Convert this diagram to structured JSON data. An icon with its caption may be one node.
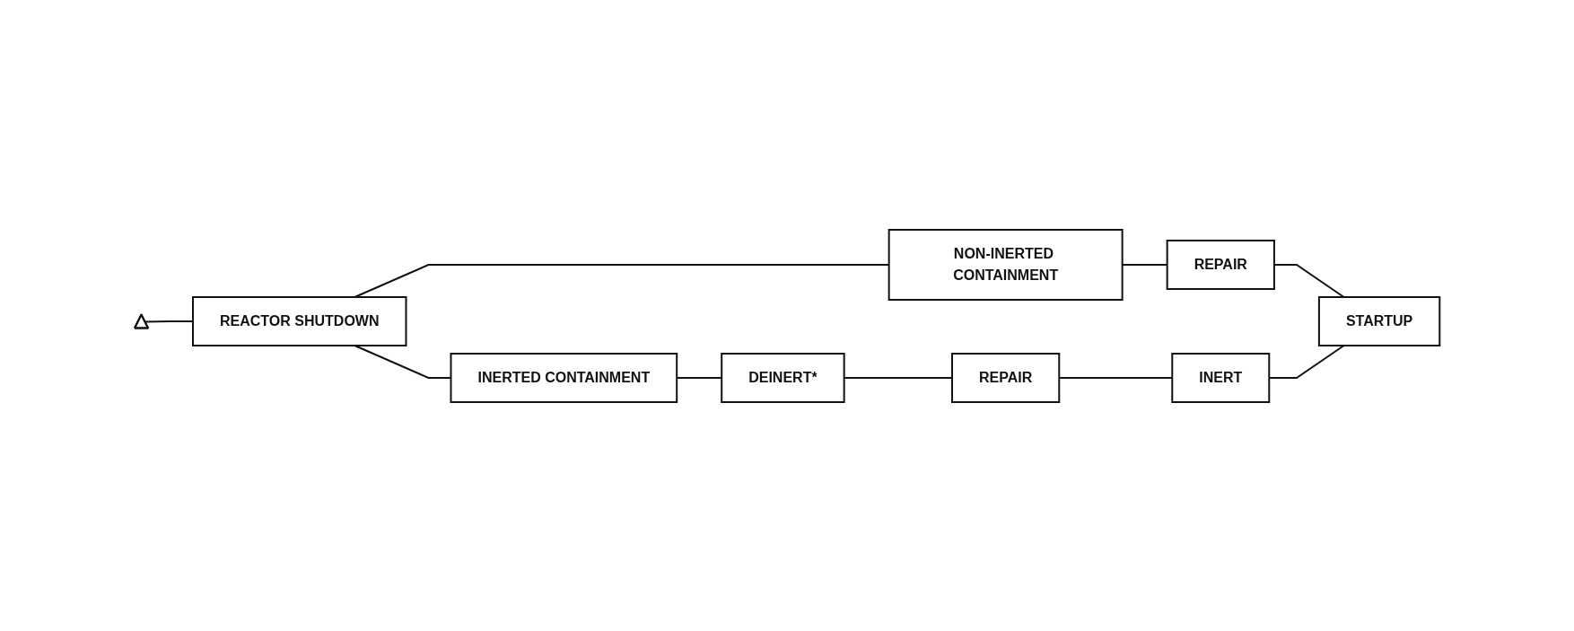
{
  "diagram": {
    "nodes": [
      {
        "text": [],
        "shape": "triangle"
      },
      {
        "text": [
          "REACTOR SHUTDOWN"
        ]
      },
      {
        "text": [
          "NON-INERTED CONTAINMENT"
        ]
      },
      {
        "text": [
          "REPAIR"
        ]
      },
      {
        "text": [
          "INERTED CONTAINMENT"
        ]
      },
      {
        "text": [
          "DEINERT*"
        ]
      },
      {
        "text": [
          "REPAIR"
        ]
      },
      {
        "text": [
          "INERT"
        ]
      },
      {
        "text": [
          "STARTUP"
        ]
      }
    ],
    "edges": [
      {
        "from": 0,
        "to": 1,
        "arrow": "none"
      },
      {
        "from": 1,
        "to": 2,
        "arrow": "none"
      },
      {
        "from": 2,
        "to": 3,
        "arrow": "none"
      },
      {
        "from": 3,
        "to": 8,
        "arrow": "none"
      },
      {
        "from": 1,
        "to": 4,
        "arrow": "none"
      },
      {
        "from": 4,
        "to": 5,
        "arrow": "none"
      },
      {
        "from": 5,
        "to": 6,
        "arrow": "none"
      },
      {
        "from": 6,
        "to": 7,
        "arrow": "none"
      },
      {
        "from": 7,
        "to": 8,
        "arrow": "none"
      }
    ]
  }
}
